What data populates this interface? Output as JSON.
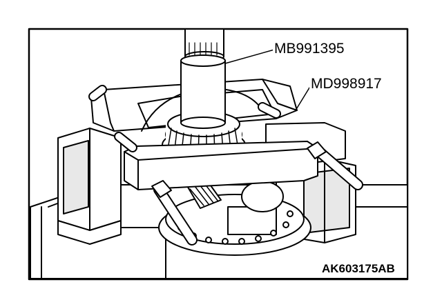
{
  "callouts": {
    "tool_1": "MB991395",
    "tool_2": "MD998917"
  },
  "figure_id": "AK603175AB"
}
